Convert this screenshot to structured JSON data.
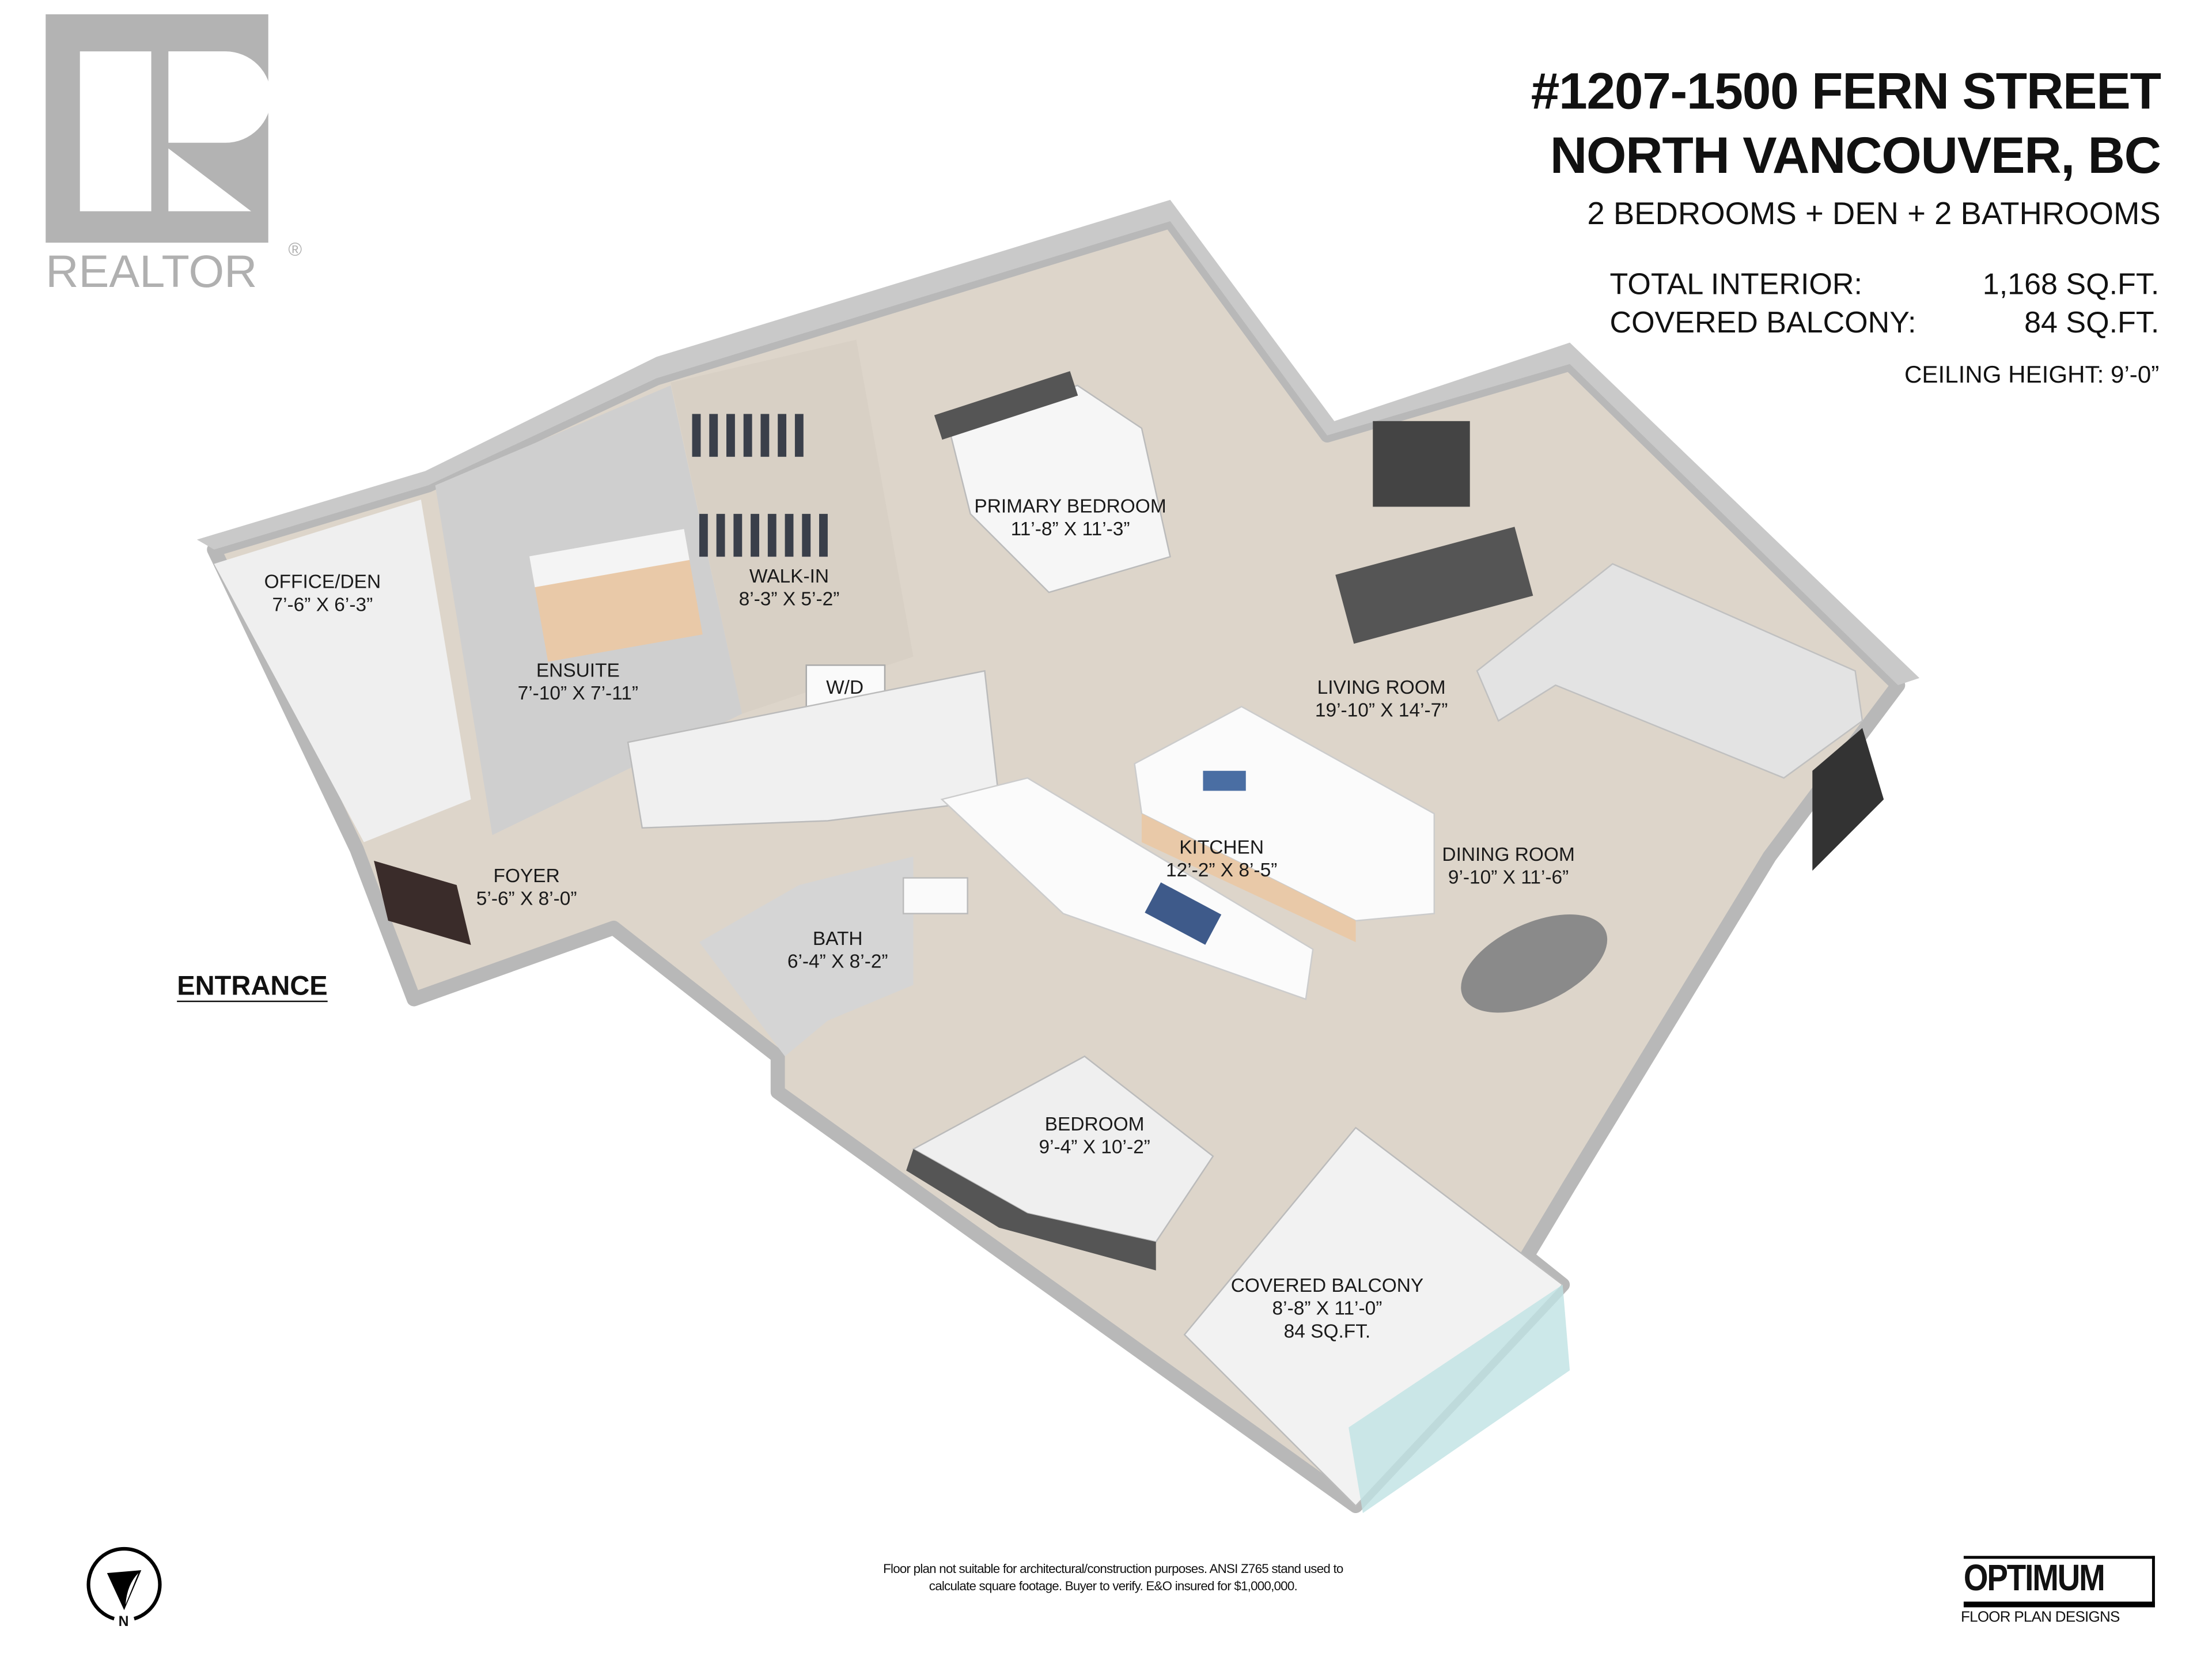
{
  "logo": {
    "brand": "REALTOR",
    "registered": "®"
  },
  "header": {
    "address_line1": "#1207-1500 FERN STREET",
    "address_line2": "NORTH VANCOUVER, BC",
    "summary": "2 BEDROOMS + DEN + 2 BATHROOMS",
    "stats": [
      {
        "label": "TOTAL INTERIOR:",
        "value": "1,168 SQ.FT."
      },
      {
        "label": "COVERED BALCONY:",
        "value": "84 SQ.FT."
      }
    ],
    "ceiling": "CEILING HEIGHT: 9’-0”"
  },
  "rooms": {
    "office": {
      "name": "OFFICE/DEN",
      "dims": "7’-6” X 6’-3”"
    },
    "ensuite": {
      "name": "ENSUITE",
      "dims": "7’-10” X 7’-11”"
    },
    "walkin": {
      "name": "WALK-IN",
      "dims": "8’-3” X 5’-2”"
    },
    "wd": {
      "name": "W/D"
    },
    "primary": {
      "name": "PRIMARY BEDROOM",
      "dims": "11’-8” X 11’-3”"
    },
    "living": {
      "name": "LIVING ROOM",
      "dims": "19’-10” X 14’-7”"
    },
    "kitchen": {
      "name": "KITCHEN",
      "dims": "12’-2” X 8’-5”"
    },
    "dining": {
      "name": "DINING ROOM",
      "dims": "9’-10” X 11’-6”"
    },
    "foyer": {
      "name": "FOYER",
      "dims": "5’-6” X 8’-0”"
    },
    "bath": {
      "name": "BATH",
      "dims": "6’-4” X 8’-2”"
    },
    "bedroom": {
      "name": "BEDROOM",
      "dims": "9’-4” X 10’-2”"
    },
    "balcony": {
      "name": "COVERED BALCONY",
      "dims": "8’-8” X 11’-0”",
      "area": "84 SQ.FT."
    }
  },
  "entrance": "ENTRANCE",
  "compass": {
    "label": "N"
  },
  "footer": {
    "disclaimer_line1": "Floor plan not suitable for architectural/construction purposes. ANSI Z765 stand used to",
    "disclaimer_line2": "calculate square footage. Buyer to verify.  E&O insured for $1,000,000.",
    "brand": "OPTIMUM",
    "brand_sub": "FLOOR PLAN DESIGNS"
  },
  "colors": {
    "logo_gray": "#b3b3b3",
    "floor": "#ddd5ca",
    "wall": "#bdbdbd",
    "cabinet": "#e9c9a8"
  }
}
